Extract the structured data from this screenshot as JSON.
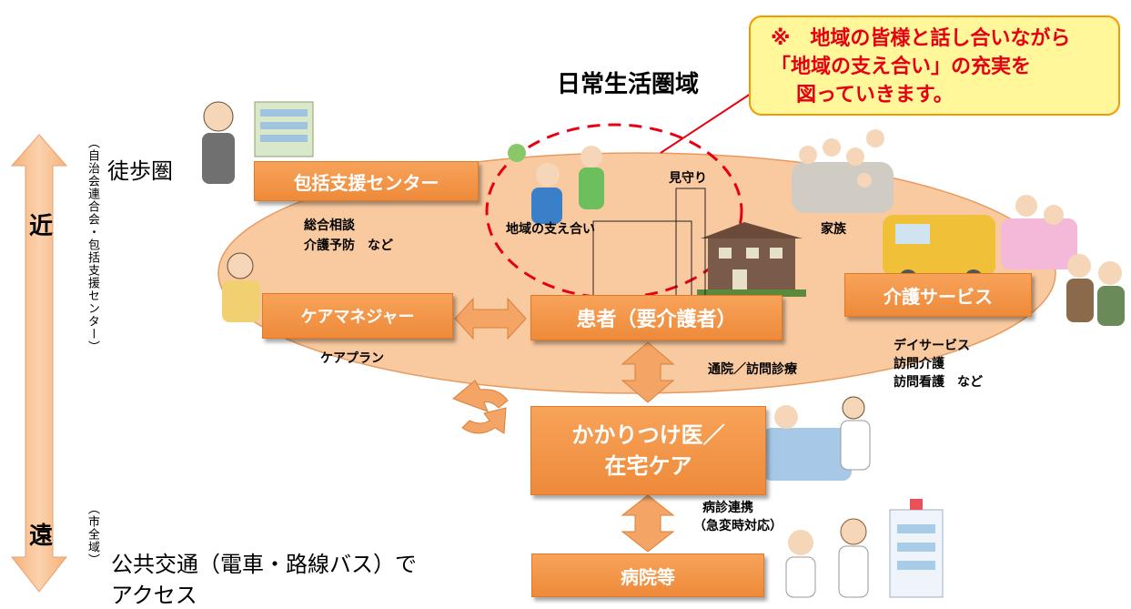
{
  "callout": {
    "line1": "※　地域の皆様と話し合いながら",
    "line2": "「地域の支え合い」の充実を",
    "line3": "図っていきます。"
  },
  "area_title": "日常生活圏域",
  "scale": {
    "near": "近",
    "far": "遠",
    "near_note": "（自治会連合会・包括支援センター）",
    "far_note": "（市全域）",
    "walk": "徒歩圏",
    "transit_line1": "公共交通（電車・路線バス）で",
    "transit_line2": "アクセス"
  },
  "boxes": {
    "center": "包括支援センター",
    "care_manager": "ケアマネジャー",
    "patient": "患者（要介護者）",
    "kakaritsuke_line1": "かかりつけ医／",
    "kakaritsuke_line2": "在宅ケア",
    "kaigo": "介護サービス",
    "hospital": "病院等"
  },
  "notes": {
    "center_1": "総合相談",
    "center_2": "介護予防　など",
    "community": "地域の支え合い",
    "mimamori": "見守り",
    "family": "家族",
    "careplan": "ケアプラン",
    "kaigo_1": "デイサービス",
    "kaigo_2": "訪問介護",
    "kaigo_3": "訪問看護　など",
    "visit": "通院／訪問診療",
    "renkei_1": "病診連携",
    "renkei_2": "（急変時対応）"
  },
  "colors": {
    "area_fill": "#f9caa0",
    "box_fill": "#f08c3c",
    "arrow_fill": "#f0a060",
    "callout_text": "#e60012",
    "callout_fill": "#fff799",
    "dashed_circle": "#e60012"
  }
}
